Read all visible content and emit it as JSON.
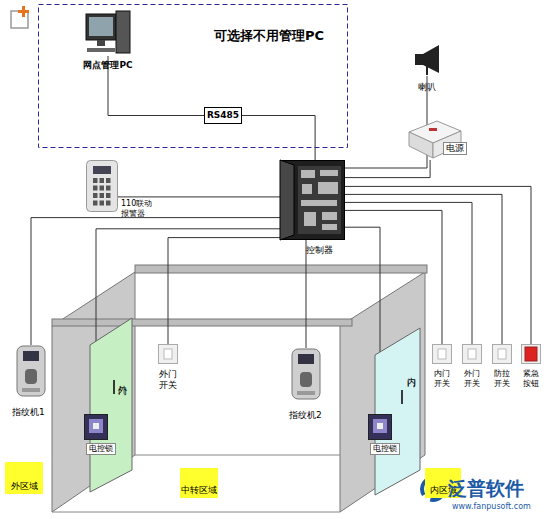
{
  "diagram": {
    "nodes": [
      {
        "text": [
          "可选择不用管理PC"
        ]
      },
      {
        "text": [
          "网点管理PC"
        ],
        "in": 0
      },
      {
        "text": [
          "RS485"
        ],
        "in": 0
      },
      {
        "text": [
          "喇叭"
        ]
      },
      {
        "text": [
          "电源"
        ]
      },
      {
        "text": [
          "110联动 报警器"
        ]
      },
      {
        "text": [
          "控制器"
        ]
      },
      {
        "text": [
          "指纹机1"
        ]
      },
      {
        "text": [
          "外门"
        ]
      },
      {
        "text": [
          "外门 开关"
        ]
      },
      {
        "text": [
          "指纹机2"
        ]
      },
      {
        "text": [
          "内门"
        ]
      },
      {
        "text": [
          "内门 开关"
        ]
      },
      {
        "text": [
          "外门 开关"
        ]
      },
      {
        "text": [
          "防拉 开关"
        ]
      },
      {
        "text": [
          "紧急 按钮"
        ]
      },
      {
        "text": [
          "电控锁"
        ]
      },
      {
        "text": [
          "电控锁"
        ]
      },
      {
        "text": [
          "外区域"
        ]
      },
      {
        "text": [
          "中转区域"
        ]
      },
      {
        "text": [
          "内区域"
        ]
      }
    ],
    "edges": [
      {
        "from": 1,
        "to": 2,
        "arrow": "none"
      },
      {
        "from": 2,
        "to": 6,
        "arrow": "none"
      },
      {
        "from": 6,
        "to": 3,
        "arrow": "none"
      },
      {
        "from": 6,
        "to": 4,
        "arrow": "none"
      },
      {
        "from": 5,
        "to": 6,
        "arrow": "none"
      },
      {
        "from": 6,
        "to": 7,
        "arrow": "none"
      },
      {
        "from": 6,
        "to": 16,
        "arrow": "none"
      },
      {
        "from": 6,
        "to": 9,
        "arrow": "none"
      },
      {
        "from": 6,
        "to": 10,
        "arrow": "none"
      },
      {
        "from": 6,
        "to": 17,
        "arrow": "none"
      },
      {
        "from": 6,
        "to": 12,
        "arrow": "none"
      },
      {
        "from": 6,
        "to": 13,
        "arrow": "none"
      },
      {
        "from": 6,
        "to": 14,
        "arrow": "none"
      },
      {
        "from": 6,
        "to": 15,
        "arrow": "none"
      }
    ],
    "labels": [
      "泛普软件",
      "www.fanpusoft.com"
    ]
  }
}
